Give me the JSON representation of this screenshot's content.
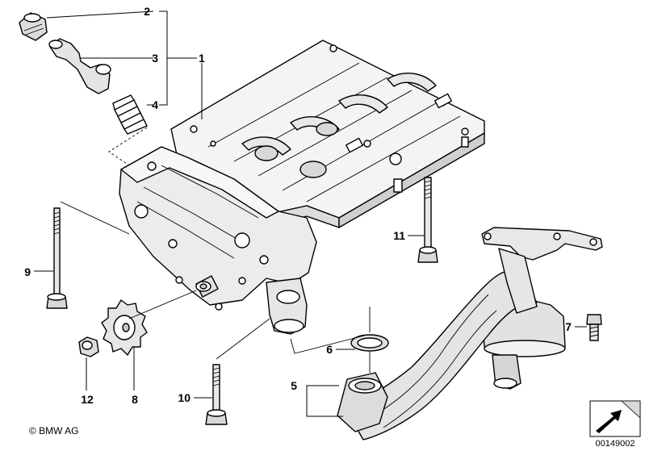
{
  "callouts": [
    {
      "id": "2",
      "text": "2"
    },
    {
      "id": "3",
      "text": "3"
    },
    {
      "id": "1",
      "text": "1"
    },
    {
      "id": "4",
      "text": "4"
    },
    {
      "id": "9",
      "text": "9"
    },
    {
      "id": "11",
      "text": "11"
    },
    {
      "id": "7",
      "text": "7"
    },
    {
      "id": "6",
      "text": "6"
    },
    {
      "id": "5",
      "text": "5"
    },
    {
      "id": "10",
      "text": "10"
    },
    {
      "id": "12",
      "text": "12"
    },
    {
      "id": "8",
      "text": "8"
    }
  ],
  "copyright": "© BMW AG",
  "diagram_number": "00149002",
  "colors": {
    "line": "#000000",
    "fill": "#ffffff",
    "shade": "#e6e6e6",
    "dark": "#bdbdbd"
  },
  "icons": [
    "page-corner-arrow-icon"
  ]
}
